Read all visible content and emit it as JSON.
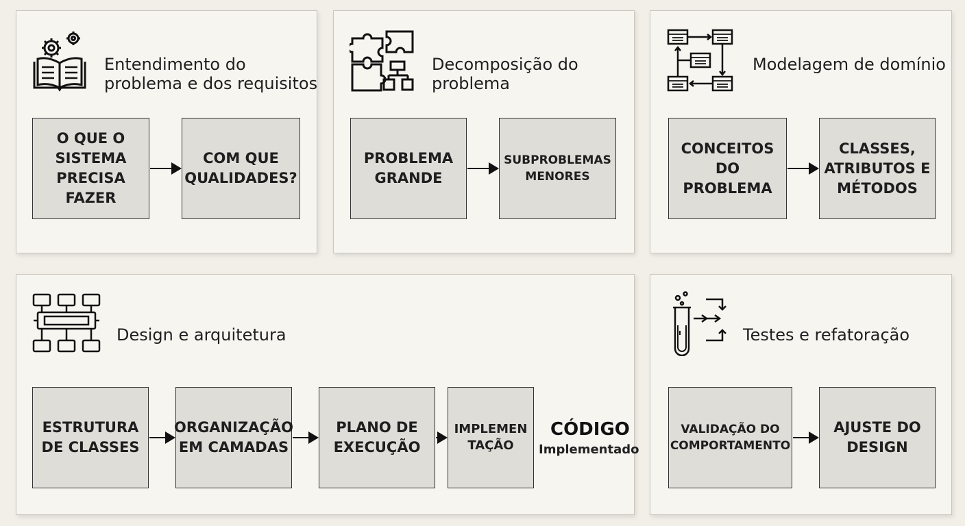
{
  "stages": {
    "entendimento": {
      "title_lines": [
        "Entendimento do",
        "problema e dos requisitos"
      ],
      "box1": [
        "O QUE O",
        "SISTEMA",
        "PRECISA",
        "FAZER"
      ],
      "box2": [
        "COM QUE",
        "QUALIDADES?"
      ]
    },
    "decomposicao": {
      "title_lines": [
        "Decomposição do",
        "problema"
      ],
      "box1": [
        "PROBLEMA",
        "GRANDE"
      ],
      "box2": [
        "SUBPROBLEMAS",
        "MENORES"
      ]
    },
    "modelagem": {
      "title_lines": [
        "Modelagem de domínio"
      ],
      "box1": [
        "CONCEITOS",
        "DO PROBLEMA"
      ],
      "box2": [
        "CLASSES,",
        "ATRIBUTOS E",
        "MÉTODOS"
      ]
    },
    "design": {
      "title_lines": [
        "Design e arquitetura"
      ],
      "box1": [
        "ESTRUTURA",
        "DE CLASSES"
      ],
      "box2": [
        "ORGANIZAÇÃO",
        "EM CAMADAS"
      ],
      "box3": [
        "PLANO DE",
        "EXECUÇÃO"
      ],
      "box4": [
        "IMPLEMEN",
        "TAÇÃO"
      ],
      "result_title": "CÓDIGO",
      "result_sub": "Implementado"
    },
    "testes": {
      "title_lines": [
        "Testes e refatoração"
      ],
      "box1": [
        "VALIDAÇÃO DO",
        "COMPORTAMENTO"
      ],
      "box2": [
        "AJUSTE DO",
        "DESIGN"
      ]
    }
  },
  "icons": [
    "gears-book-icon",
    "puzzle-hierarchy-icon",
    "class-diagram-icon",
    "architecture-icon",
    "test-tube-refactor-icon"
  ]
}
